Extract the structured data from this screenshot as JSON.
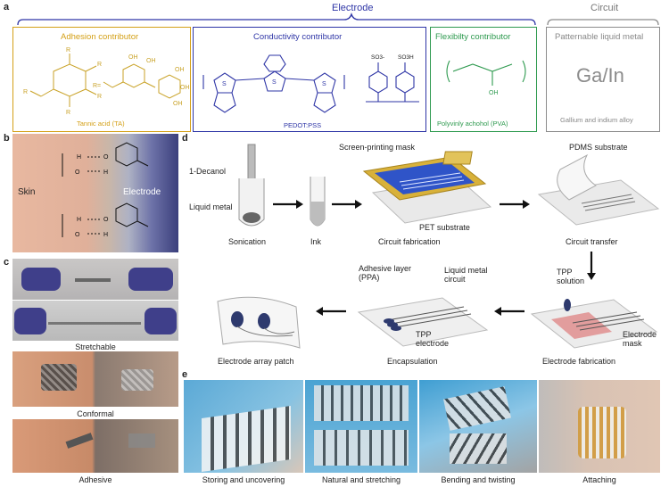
{
  "panel_a": {
    "label": "a",
    "electrode_header": "Electrode",
    "circuit_header": "Circuit",
    "adhesion": {
      "title": "Adhesion contributor",
      "caption": "Tannic acid (TA)",
      "r_labels": [
        "R",
        "R",
        "R",
        "R",
        "R",
        "R="
      ],
      "oh_labels": [
        "OH",
        "OH",
        "OH",
        "OH",
        "OH"
      ]
    },
    "conductivity": {
      "title": "Conductivity contributor",
      "caption": "PEDOT:PSS",
      "so3_minus": "SO3-",
      "so3h": "SO3H"
    },
    "flexibility": {
      "title": "Flexibilty contributor",
      "caption": "Polyvinly achohol (PVA)",
      "oh": "OH"
    },
    "metal": {
      "title": "Patternable liquid metal",
      "formula": "Ga/In",
      "caption": "Gallium and indium alloy"
    }
  },
  "panel_b": {
    "label": "b",
    "skin": "Skin",
    "electrode": "Electrode",
    "h_labels": [
      "H",
      "H",
      "H",
      "H"
    ],
    "o_labels": [
      "O",
      "O",
      "O",
      "O"
    ]
  },
  "panel_c": {
    "label": "c",
    "captions": [
      "Stretchable",
      "Conformal",
      "Adhesive"
    ]
  },
  "panel_d": {
    "label": "d",
    "steps": {
      "sonication": "Sonication",
      "ink": "Ink",
      "circuit_fabrication": "Circuit fabrication",
      "circuit_transfer": "Circuit transfer",
      "electrode_fabrication": "Electrode fabrication",
      "encapsulation": "Encapsulation",
      "electrode_array_patch": "Electrode array patch"
    },
    "annotations": {
      "decanol": "1-Decanol",
      "liquid_metal": "Liquid metal",
      "screen_mask": "Screen-printing mask",
      "pet": "PET substrate",
      "pdms": "PDMS substrate",
      "tpp_solution": "TPP\nsolution",
      "electrode_mask": "Electrode\nmask",
      "adhesive_layer": "Adhesive layer\n(PPA)",
      "lm_circuit": "Liquid metal\ncircuit",
      "tpp_electrode": "TPP\nelectrode"
    }
  },
  "panel_e": {
    "label": "e",
    "captions": [
      "Storing and uncovering",
      "Natural and stretching",
      "Bending and twisting",
      "Attaching"
    ]
  },
  "colors": {
    "adhesion": "#d4a017",
    "conductivity": "#2e35a6",
    "flexibility": "#2e9a4f",
    "metal": "#8c8c8c"
  }
}
